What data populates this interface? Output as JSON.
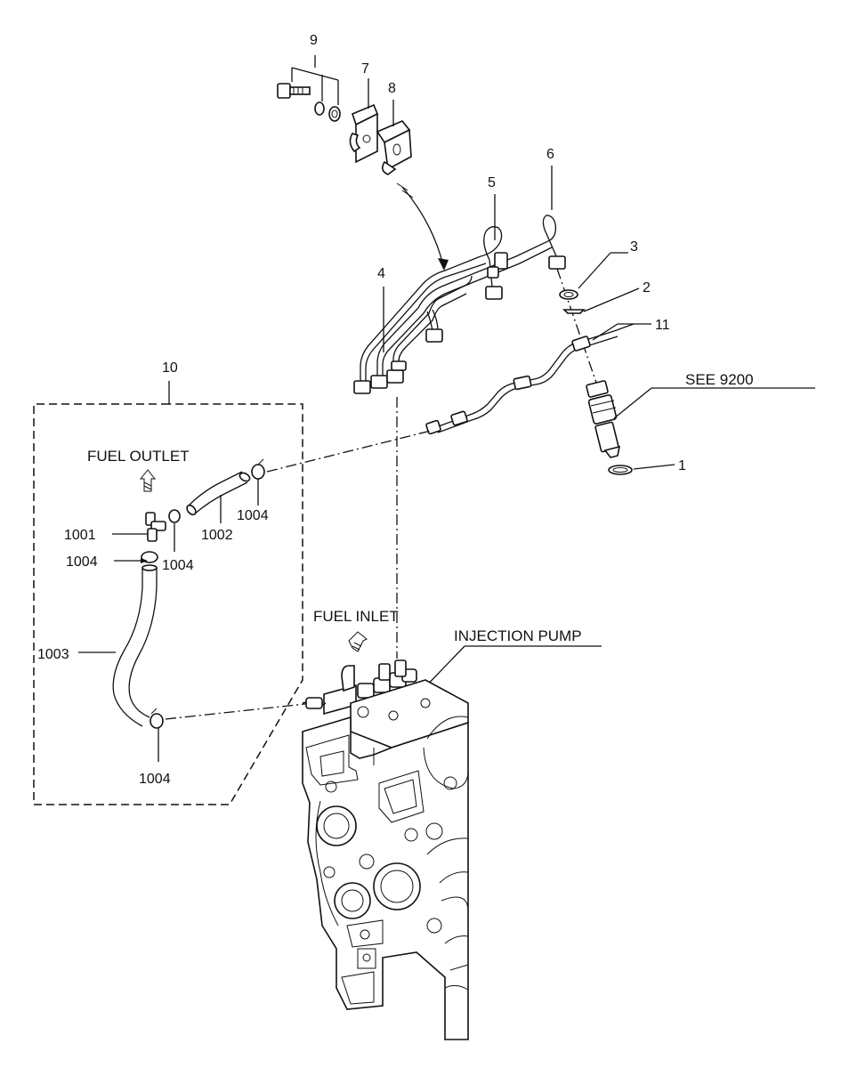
{
  "labels": {
    "p1": "1",
    "p2": "2",
    "p3": "3",
    "p4": "4",
    "p5": "5",
    "p6": "6",
    "p7": "7",
    "p8": "8",
    "p9": "9",
    "p10": "10",
    "p11": "11",
    "p1001": "1001",
    "p1002": "1002",
    "p1003": "1003",
    "p1004a": "1004",
    "p1004b": "1004",
    "p1004c": "1004",
    "p1004d": "1004",
    "see": "SEE 9200",
    "fuel_outlet": "FUEL OUTLET",
    "fuel_inlet": "FUEL INLET",
    "injection_pump": "INJECTION PUMP"
  }
}
